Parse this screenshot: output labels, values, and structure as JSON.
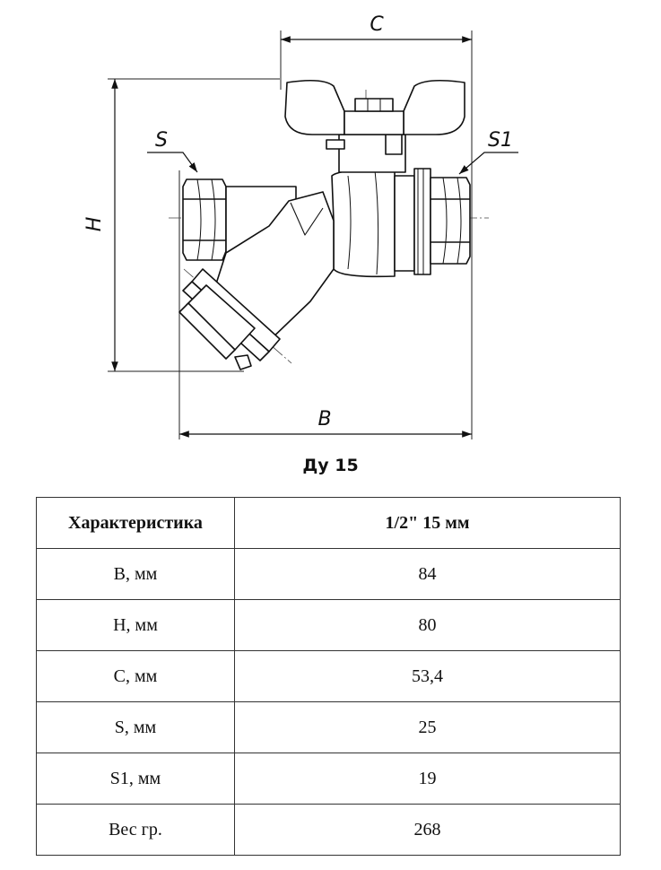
{
  "drawing": {
    "dim_labels": {
      "c": "C",
      "h": "H",
      "s": "S",
      "s1": "S1",
      "b": "B"
    }
  },
  "caption": "Ду 15",
  "table": {
    "headers": [
      "Характеристика",
      "1/2\" 15 мм"
    ],
    "rows": [
      [
        "B, мм",
        "84"
      ],
      [
        "H, мм",
        "80"
      ],
      [
        "C, мм",
        "53,4"
      ],
      [
        "S, мм",
        "25"
      ],
      [
        "S1, мм",
        "19"
      ],
      [
        "Вес гр.",
        "268"
      ]
    ]
  }
}
